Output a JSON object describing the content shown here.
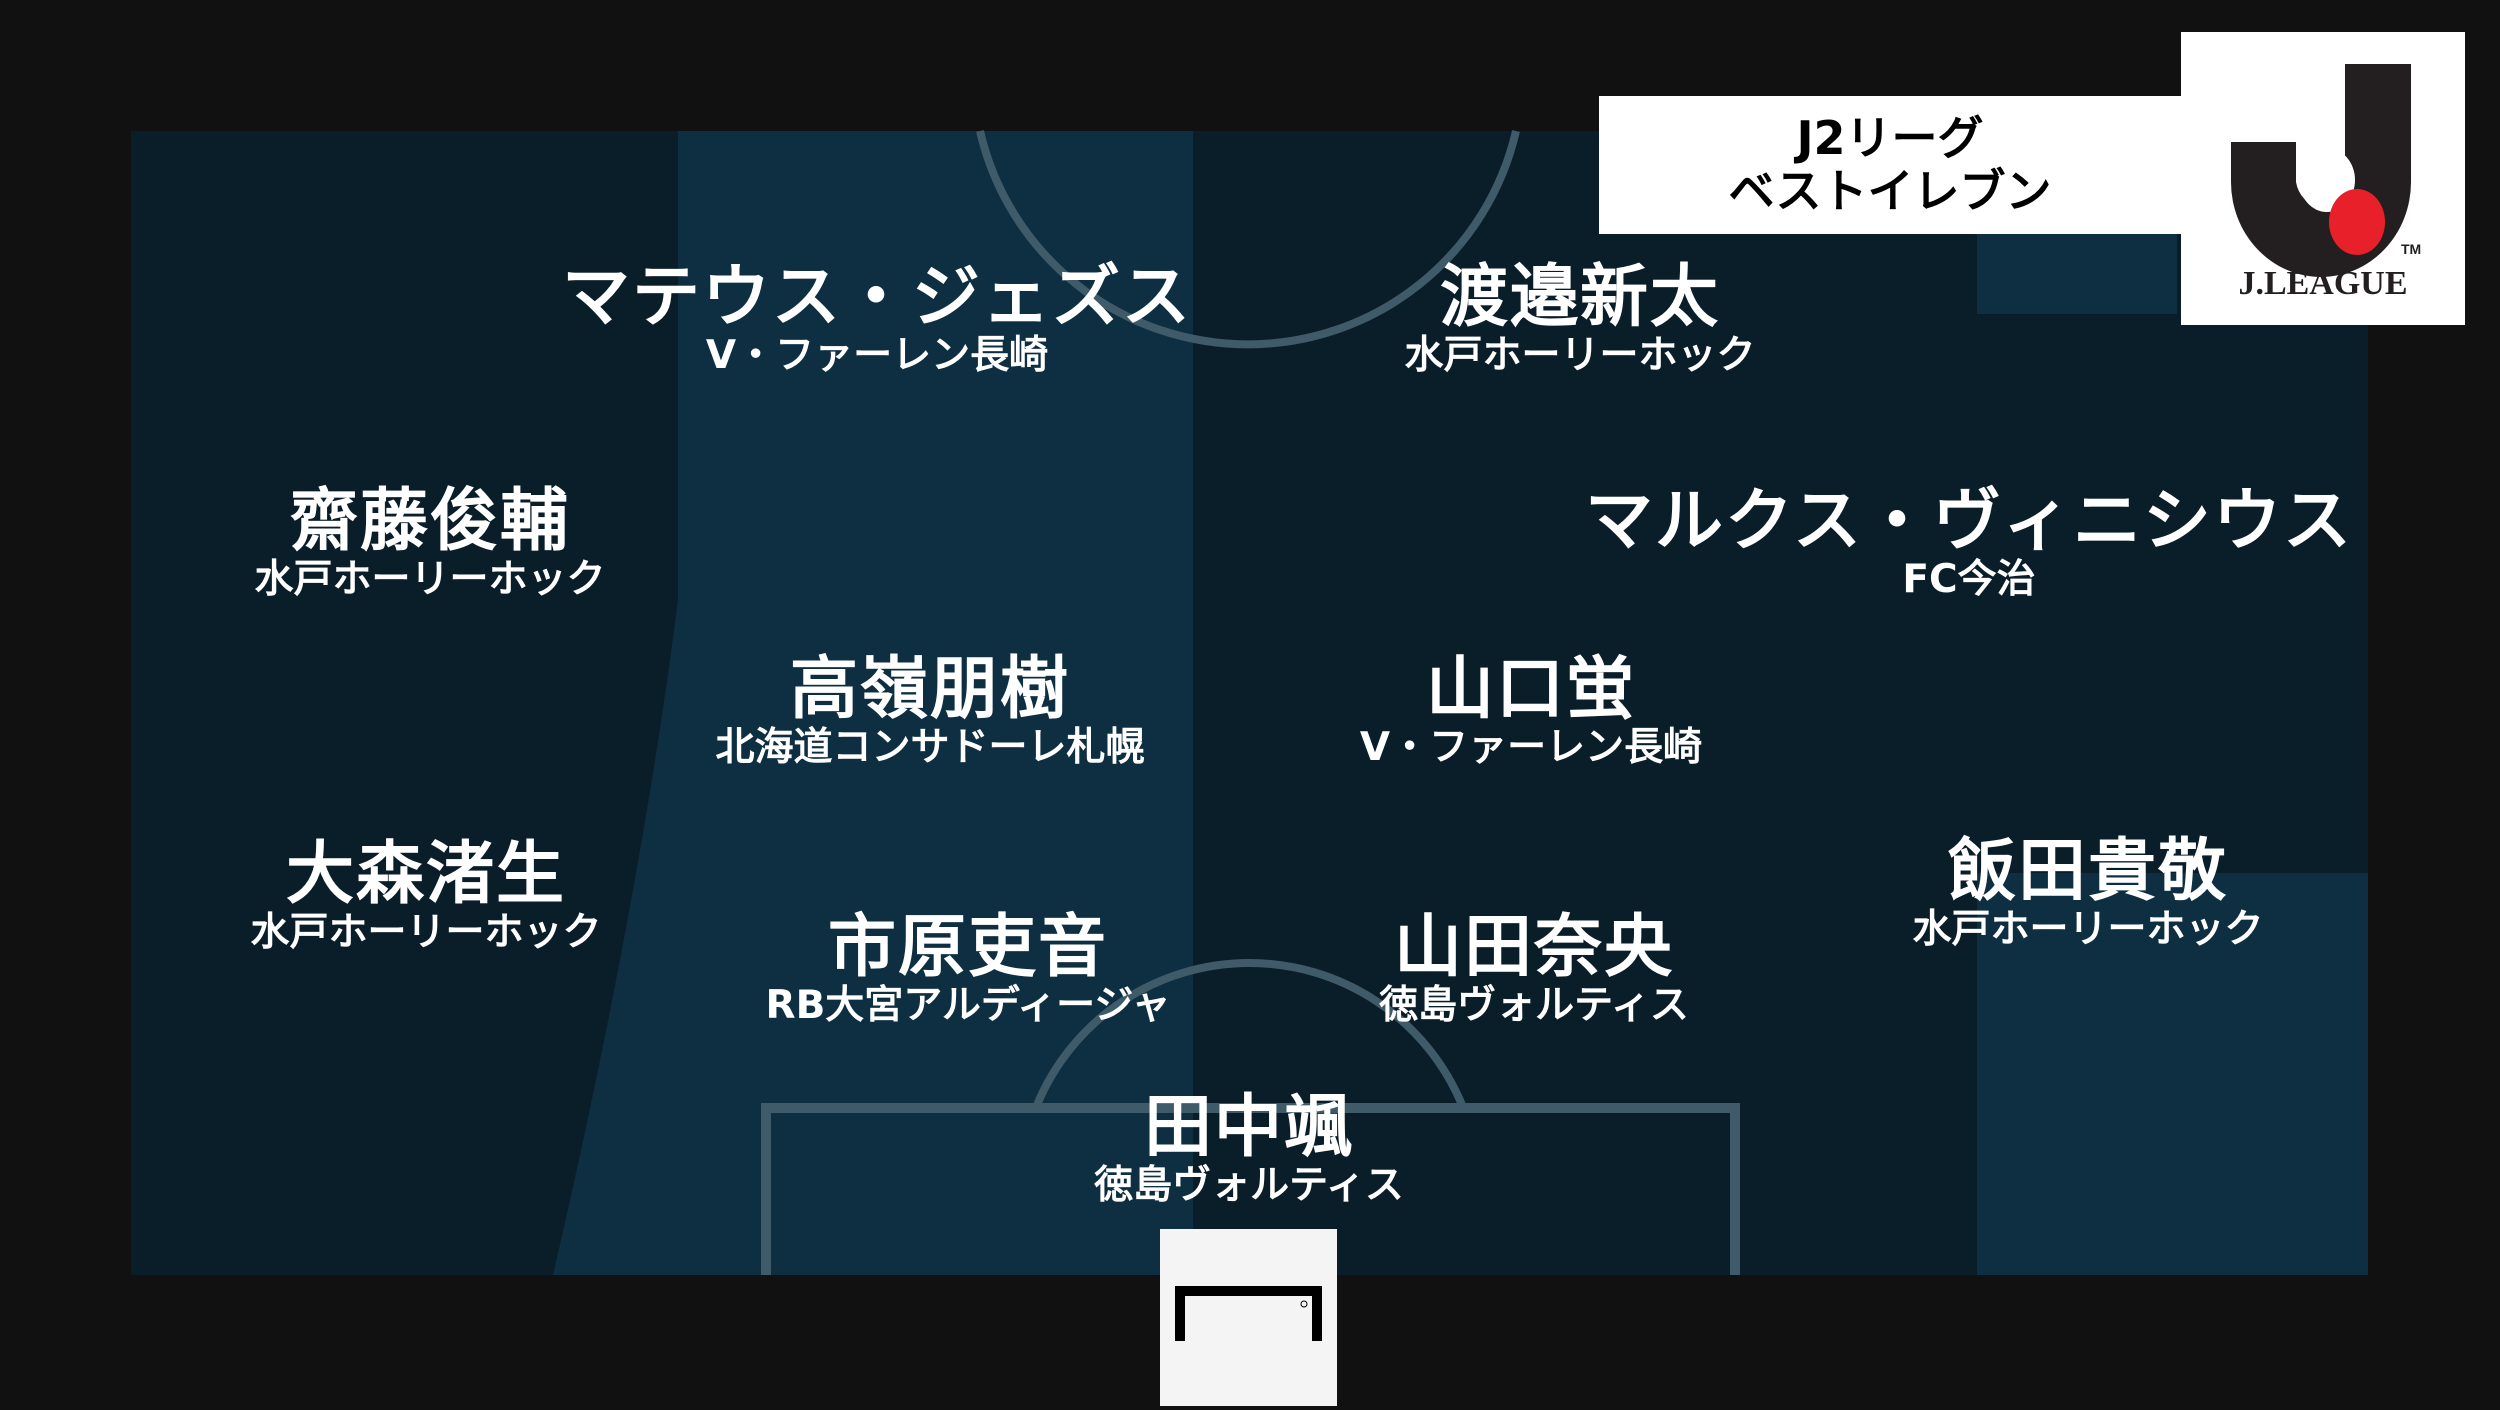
{
  "header": {
    "title_line1": "J2リーグ",
    "title_line2": "ベストイレブン",
    "logo_text": "J.LEAGUE",
    "logo_tm": "TM"
  },
  "colors": {
    "pitch_dark": "#0a1e2a",
    "pitch_light": "#0e2f42",
    "line": "#3f5a68",
    "logo_red": "#e8202a"
  },
  "players": [
    {
      "name": "マテウス・ジェズス",
      "team": "V・ファーレン長崎"
    },
    {
      "name": "渡邉新太",
      "team": "水戸ホーリーホック"
    },
    {
      "name": "齋藤俊輔",
      "team": "水戸ホーリーホック"
    },
    {
      "name": "マルクス・ヴィニシウス",
      "team": "FC今治"
    },
    {
      "name": "高嶺朋樹",
      "team": "北海道コンサドーレ札幌"
    },
    {
      "name": "山口蛍",
      "team": "V・ファーレン長崎"
    },
    {
      "name": "大森渚生",
      "team": "水戸ホーリーホック"
    },
    {
      "name": "飯田貴敬",
      "team": "水戸ホーリーホック"
    },
    {
      "name": "市原吏音",
      "team": "RB大宮アルディージャ"
    },
    {
      "name": "山田奈央",
      "team": "徳島ヴォルティス"
    },
    {
      "name": "田中颯",
      "team": "徳島ヴォルティス"
    }
  ],
  "icons": {
    "goal_logo": "goal-logo-icon",
    "jleague_logo": "jleague-logo"
  }
}
